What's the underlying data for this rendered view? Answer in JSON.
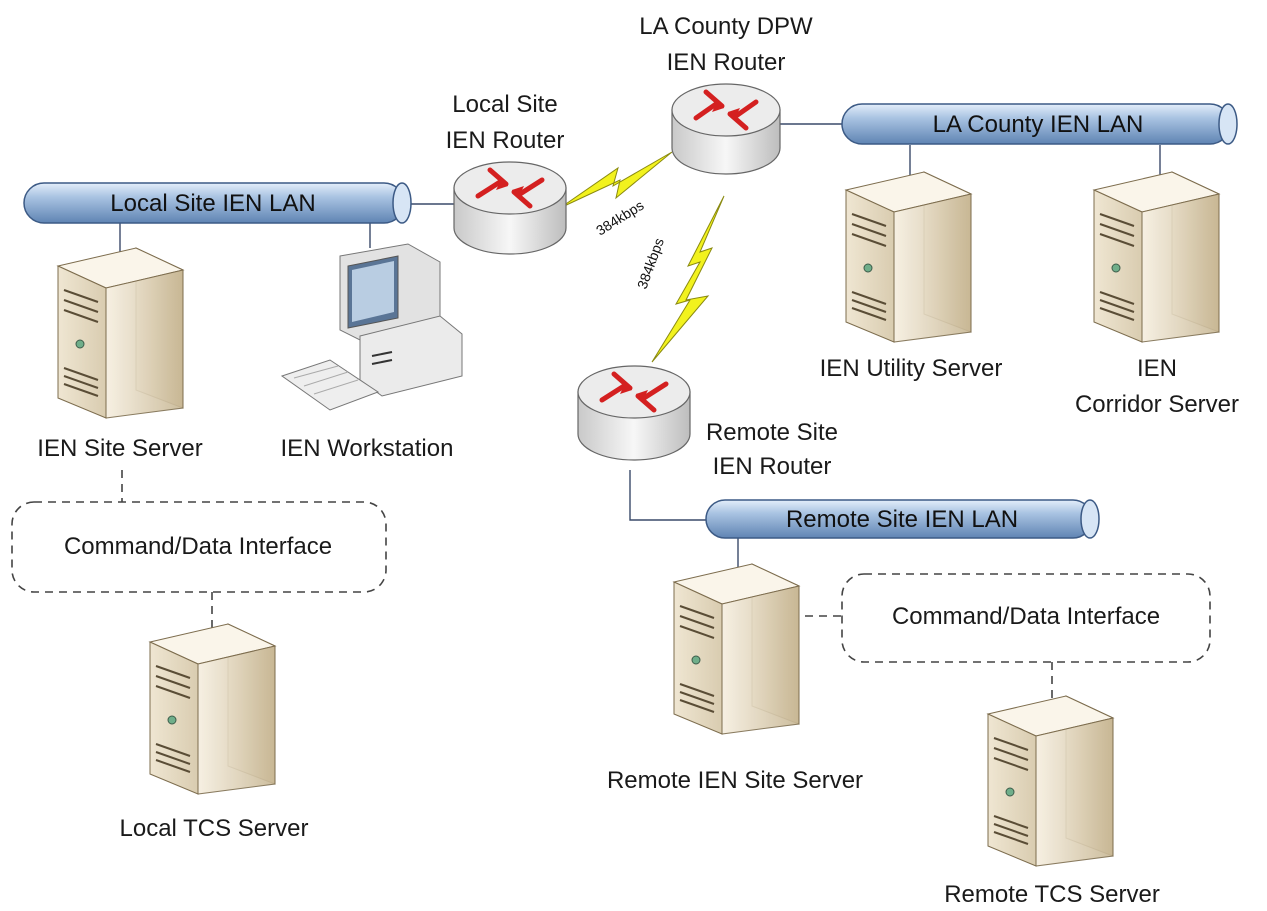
{
  "labels": {
    "la_router": [
      "LA County DPW",
      "IEN Router"
    ],
    "local_router": [
      "Local Site",
      "IEN Router"
    ],
    "remote_router": [
      "Remote Site",
      "IEN Router"
    ],
    "local_lan": "Local Site IEN LAN",
    "la_lan": "LA County IEN LAN",
    "remote_lan": "Remote Site IEN LAN",
    "utility_server": "IEN Utility Server",
    "corridor_server": [
      "IEN",
      "Corridor Server"
    ],
    "site_server": "IEN Site Server",
    "workstation": "IEN Workstation",
    "local_cmd": "Command/Data Interface",
    "remote_cmd": "Command/Data Interface",
    "local_tcs": "Local TCS Server",
    "remote_site_server": "Remote IEN Site Server",
    "remote_tcs": "Remote TCS Server",
    "link_local": "384kbps",
    "link_remote": "384kbps"
  },
  "colors": {
    "pipe": "#9db8d8",
    "router_red": "#d42020",
    "lightning": "#f2f21e",
    "server_body": "#e8ddc4"
  }
}
